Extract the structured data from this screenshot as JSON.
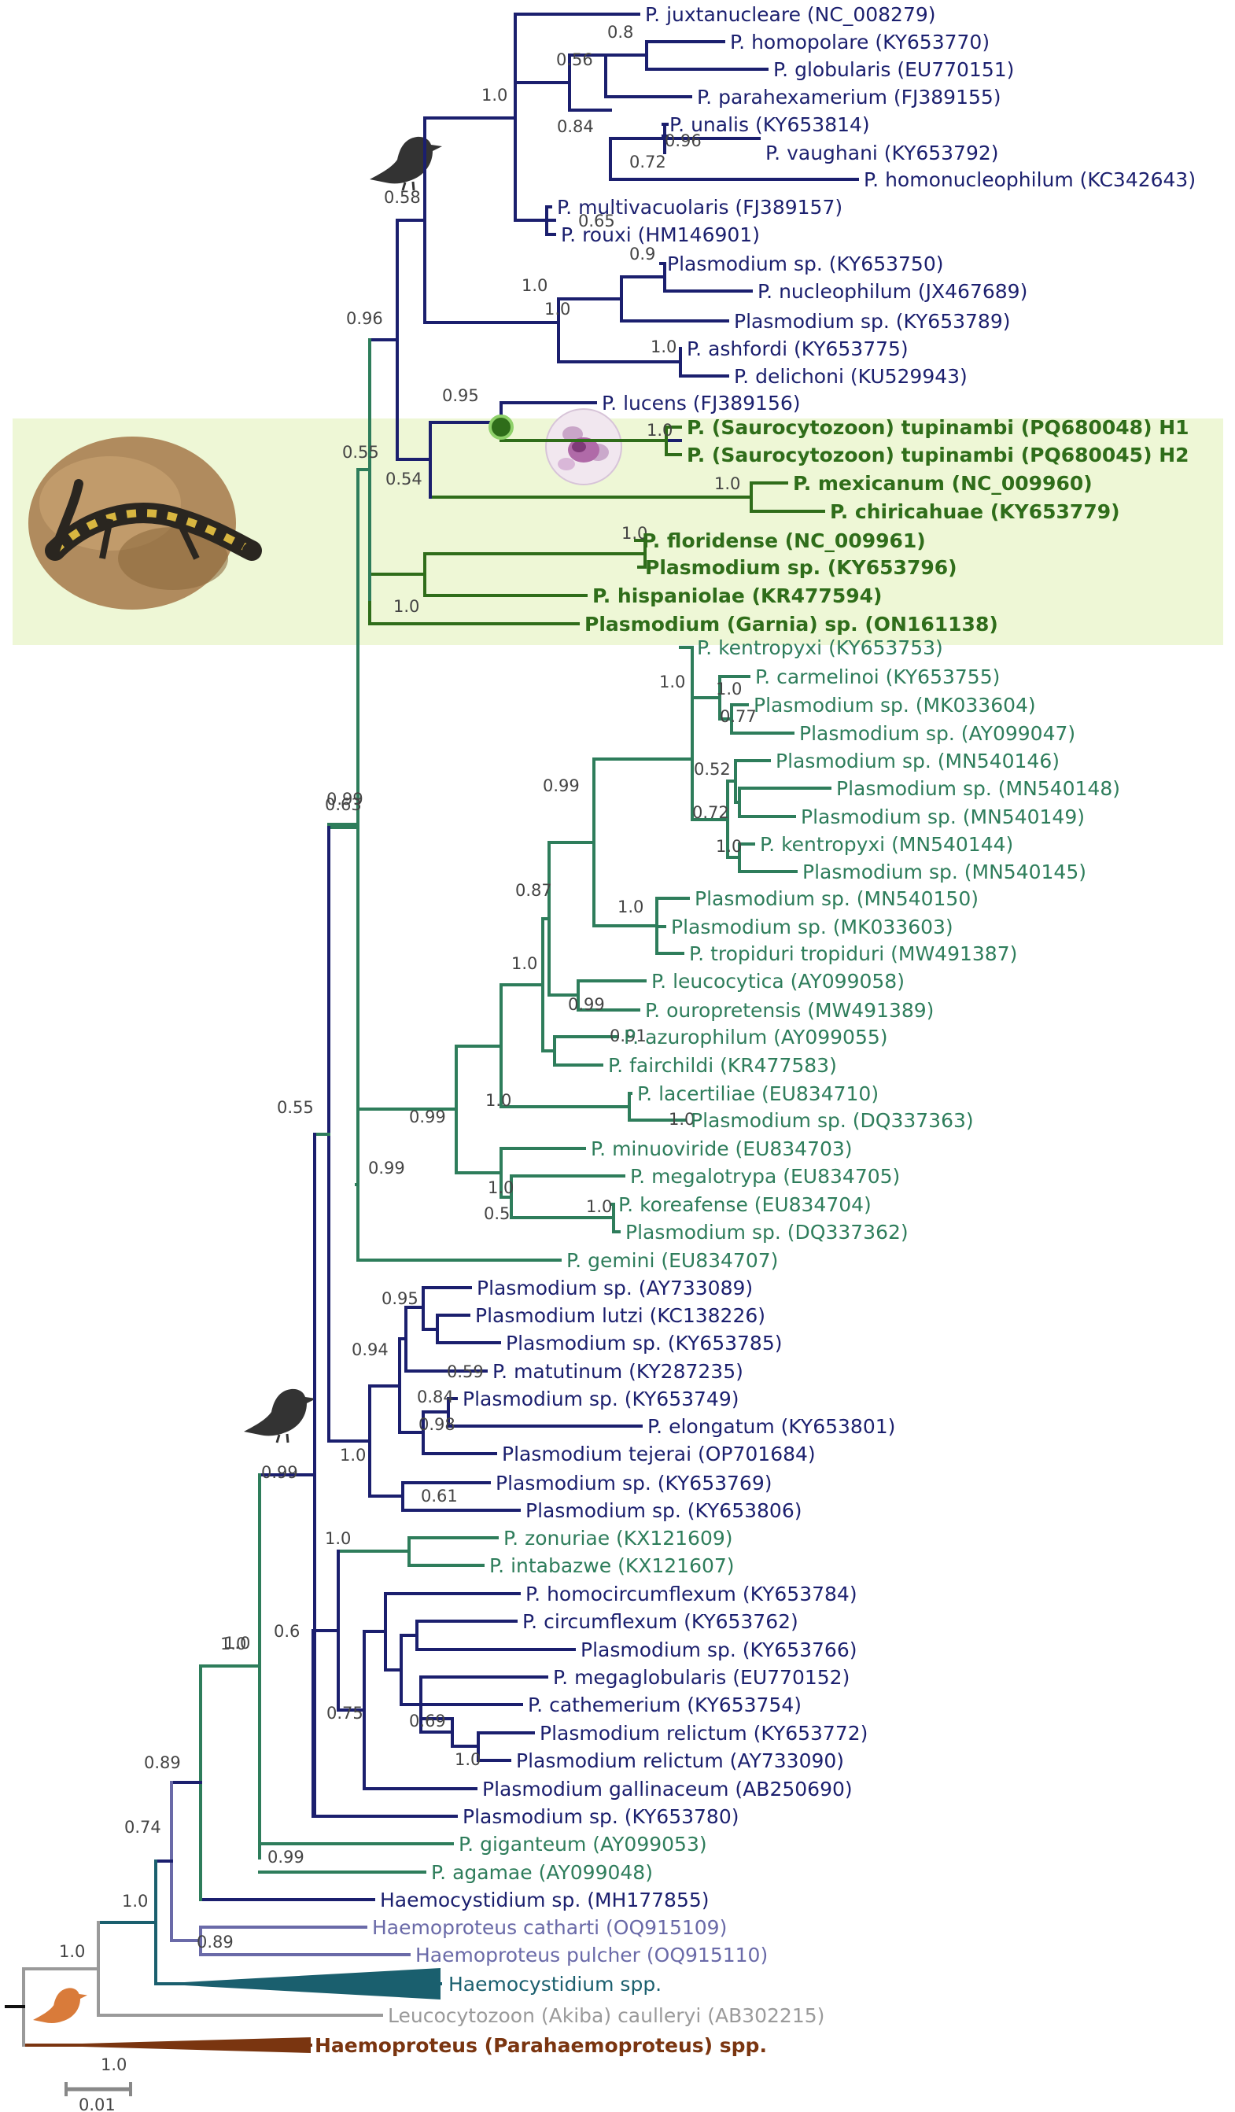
{
  "colors": {
    "bird": "#1b1f6e",
    "lizard": "#2e7d5b",
    "lizard_bold": "#2f6d1a",
    "haemoproteus_sub": "#6a6aa8",
    "teal": "#1a5f6e",
    "grey": "#9a9a9a",
    "brown": "#7a3510",
    "highlight": "#eef7d6",
    "support": "#444444"
  },
  "taxa": [
    "P. juxtanucleare (NC_008279)",
    "P. homopolare (KY653770)",
    "P. globularis (EU770151)",
    "P. parahexamerium (FJ389155)",
    "P. unalis (KY653814)",
    "P. vaughani (KY653792)",
    "P. homonucleophilum (KC342643)",
    "P. multivacuolaris (FJ389157)",
    "P. rouxi (HM146901)",
    "Plasmodium sp. (KY653750)",
    "P. nucleophilum (JX467689)",
    "Plasmodium sp. (KY653789)",
    "P. ashfordi (KY653775)",
    "P. delichoni (KU529943)",
    "P. lucens (FJ389156)",
    "P. (Saurocytozoon) tupinambi (PQ680048) H1",
    "P. (Saurocytozoon) tupinambi (PQ680045) H2",
    "P. mexicanum (NC_009960)",
    "P. chiricahuae (KY653779)",
    "P. floridense (NC_009961)",
    "Plasmodium sp. (KY653796)",
    "P. hispaniolae (KR477594)",
    "Plasmodium (Garnia) sp. (ON161138)",
    "P. kentropyxi (KY653753)",
    "P. carmelinoi (KY653755)",
    "Plasmodium sp. (MK033604)",
    "Plasmodium sp. (AY099047)",
    "Plasmodium sp. (MN540146)",
    "Plasmodium sp. (MN540148)",
    "Plasmodium sp. (MN540149)",
    "P. kentropyxi (MN540144)",
    "Plasmodium sp. (MN540145)",
    "Plasmodium sp. (MN540150)",
    "Plasmodium sp. (MK033603)",
    "P. tropiduri tropiduri (MW491387)",
    "P. leucocytica (AY099058)",
    "P. ouropretensis (MW491389)",
    "P. azurophilum (AY099055)",
    "P. fairchildi (KR477583)",
    "P. lacertiliae (EU834710)",
    "Plasmodium sp. (DQ337363)",
    "P. minuoviride (EU834703)",
    "P. megalotrypa (EU834705)",
    "P. koreafense (EU834704)",
    "Plasmodium sp. (DQ337362)",
    "P. gemini (EU834707)",
    "Plasmodium sp. (AY733089)",
    "Plasmodium lutzi (KC138226)",
    "Plasmodium sp. (KY653785)",
    "P. matutinum (KY287235)",
    "Plasmodium sp. (KY653749)",
    "P. elongatum (KY653801)",
    "Plasmodium tejerai (OP701684)",
    "Plasmodium sp. (KY653769)",
    "Plasmodium sp. (KY653806)",
    "P. zonuriae (KX121609)",
    "P. intabazwe (KX121607)",
    "P. homocircumflexum (KY653784)",
    "P. circumflexum (KY653762)",
    "Plasmodium sp. (KY653766)",
    "P. megaglobularis (EU770152)",
    "P. cathemerium (KY653754)",
    "Plasmodium relictum (KY653772)",
    "Plasmodium relictum (AY733090)",
    "Plasmodium gallinaceum (AB250690)",
    "Plasmodium sp. (KY653780)",
    "P. giganteum (AY099053)",
    "P. agamae (AY099048)",
    "Haemocystidium sp. (MH177855)",
    "Haemoproteus catharti (OQ915109)",
    "Haemoproteus pulcher (OQ915110)",
    "Haemocystidium spp.",
    "Leucocytozoon (Akiba) caulleryi (AB302215)",
    "Haemoproteus (Parahaemoproteus) spp."
  ],
  "supports": [
    "0.8",
    "0.56",
    "1.0",
    "0.96",
    "0.84",
    "0.72",
    "0.58",
    "0.65",
    "0.9",
    "1.0",
    "1.0",
    "1.0",
    "0.96",
    "0.95",
    "1.0",
    "0.54",
    "1.0",
    "0.55",
    "1.0",
    "1.0",
    "1.0",
    "1.0",
    "0.77",
    "0.52",
    "0.99",
    "0.72",
    "1.0",
    "0.99",
    "1.0",
    "0.87",
    "0.99",
    "1.0",
    "0.91",
    "1.0",
    "1.0",
    "0.99",
    "1.0",
    "0.5",
    "1.0",
    "0.99",
    "0.63",
    "0.55",
    "0.95",
    "0.59",
    "0.94",
    "0.84",
    "0.98",
    "1.0",
    "0.61",
    "0.99",
    "1.0",
    "1.0",
    "0.69",
    "1.0",
    "0.75",
    "0.6",
    "1.0",
    "0.99",
    "0.89",
    "0.74",
    "0.89",
    "1.0",
    "1.0",
    "1.0"
  ],
  "scale_bar": {
    "label": "0.01"
  },
  "icons": [
    "bird-silhouette-icon",
    "bird-silhouette-icon",
    "orange-bird-icon",
    "lizard-photo",
    "blood-cell-micrograph",
    "green-node-marker"
  ]
}
